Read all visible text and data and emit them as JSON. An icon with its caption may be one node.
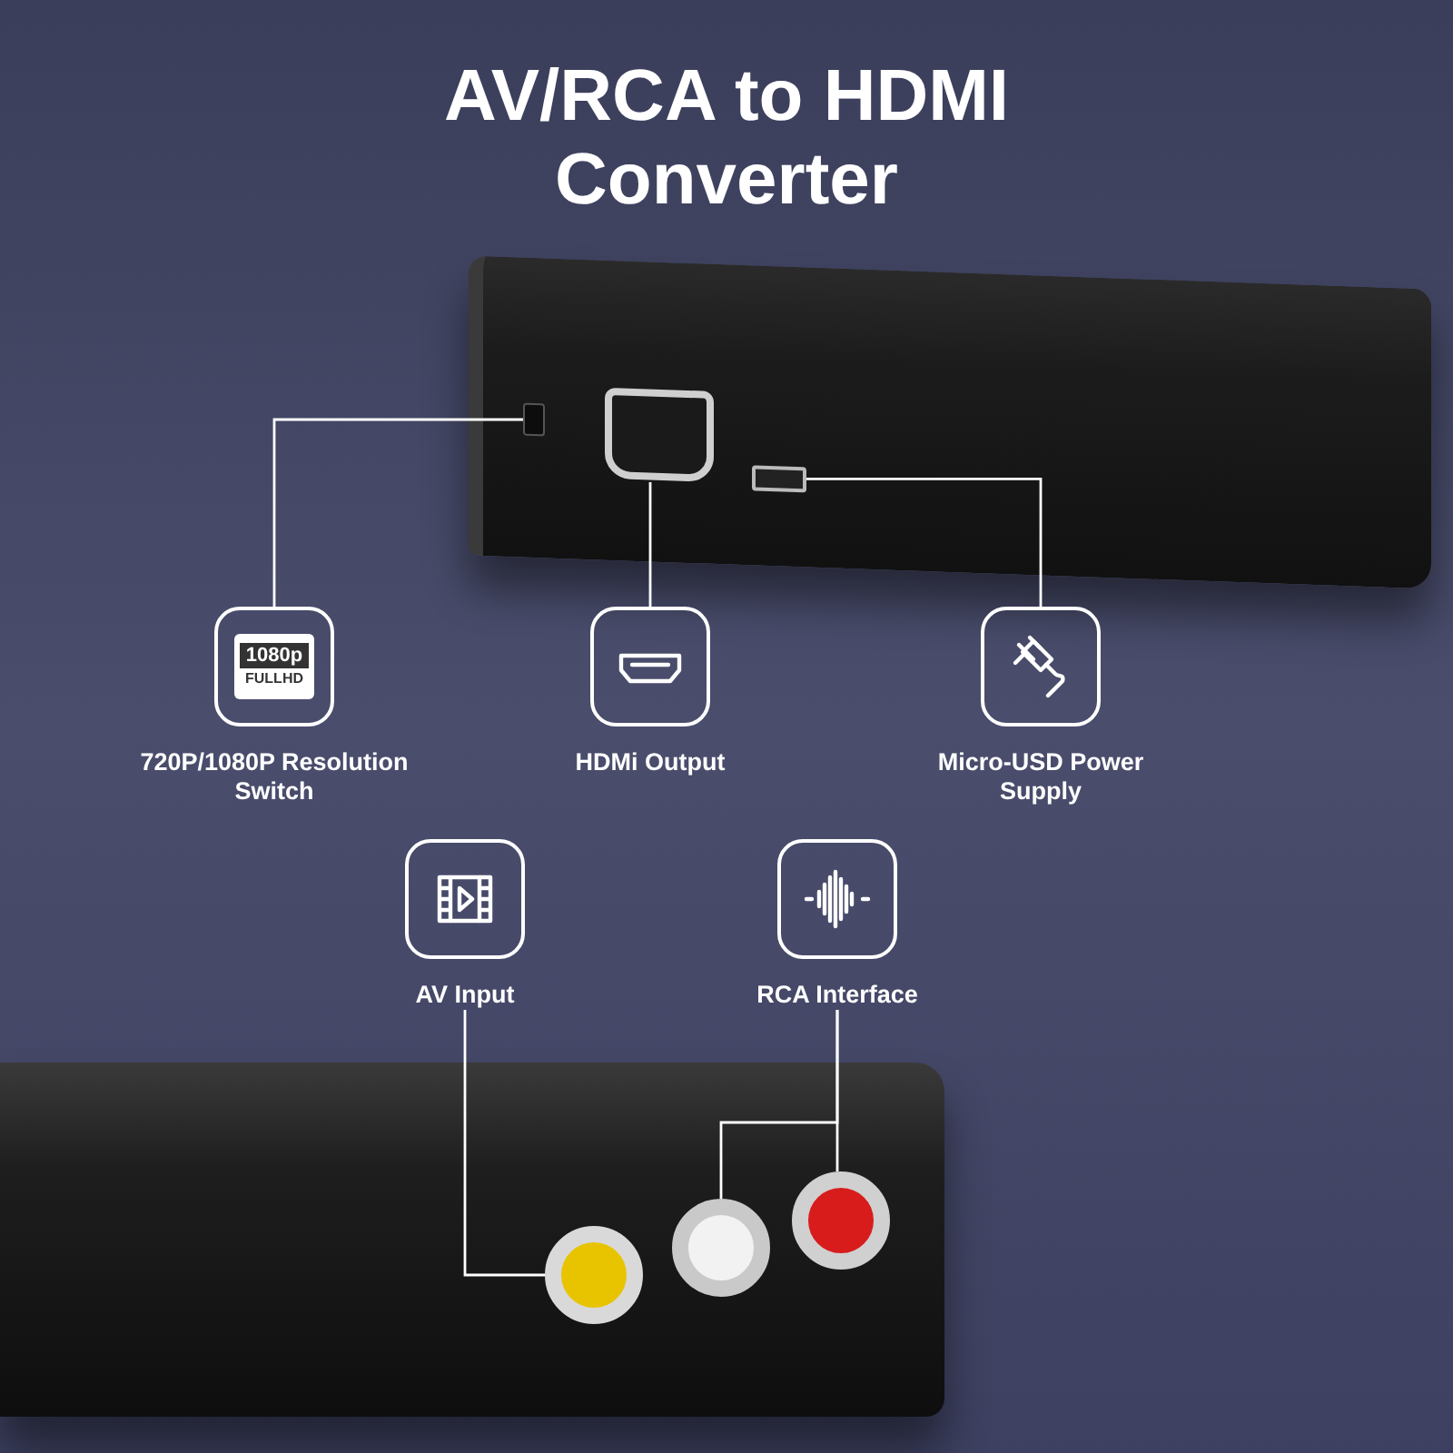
{
  "diagram": {
    "title": "AV/RCA to HDMI Converter",
    "nodes": [
      {
        "text": [],
        "shape": "picture"
      },
      {
        "text": [],
        "shape": "box",
        "in": 0
      },
      {
        "text": [],
        "shape": "box",
        "in": 0
      },
      {
        "text": [],
        "shape": "box",
        "in": 0
      },
      {
        "text": [
          "720P/1080P Resolution Switch"
        ]
      },
      {
        "text": [
          "HDMi Output"
        ]
      },
      {
        "text": [
          "Micro-USD Power Supply"
        ]
      },
      {
        "text": [
          "AV Input"
        ]
      },
      {
        "text": [
          "RCA Interface"
        ]
      },
      {
        "text": [],
        "shape": "picture"
      },
      {
        "text": [],
        "shape": "circle",
        "in": 9
      },
      {
        "text": [],
        "shape": "circle",
        "in": 9
      },
      {
        "text": [],
        "shape": "circle",
        "in": 9
      }
    ],
    "edges": [
      {
        "from": 4,
        "to": 1,
        "arrow": "none"
      },
      {
        "from": 5,
        "to": 2,
        "arrow": "none"
      },
      {
        "from": 6,
        "to": 3,
        "arrow": "none"
      },
      {
        "from": 7,
        "to": 10,
        "arrow": "none"
      },
      {
        "from": 8,
        "to": 11,
        "arrow": "none"
      },
      {
        "from": 8,
        "to": 12,
        "arrow": "none"
      }
    ],
    "labels": [
      "1080p",
      "FULLHD"
    ]
  }
}
